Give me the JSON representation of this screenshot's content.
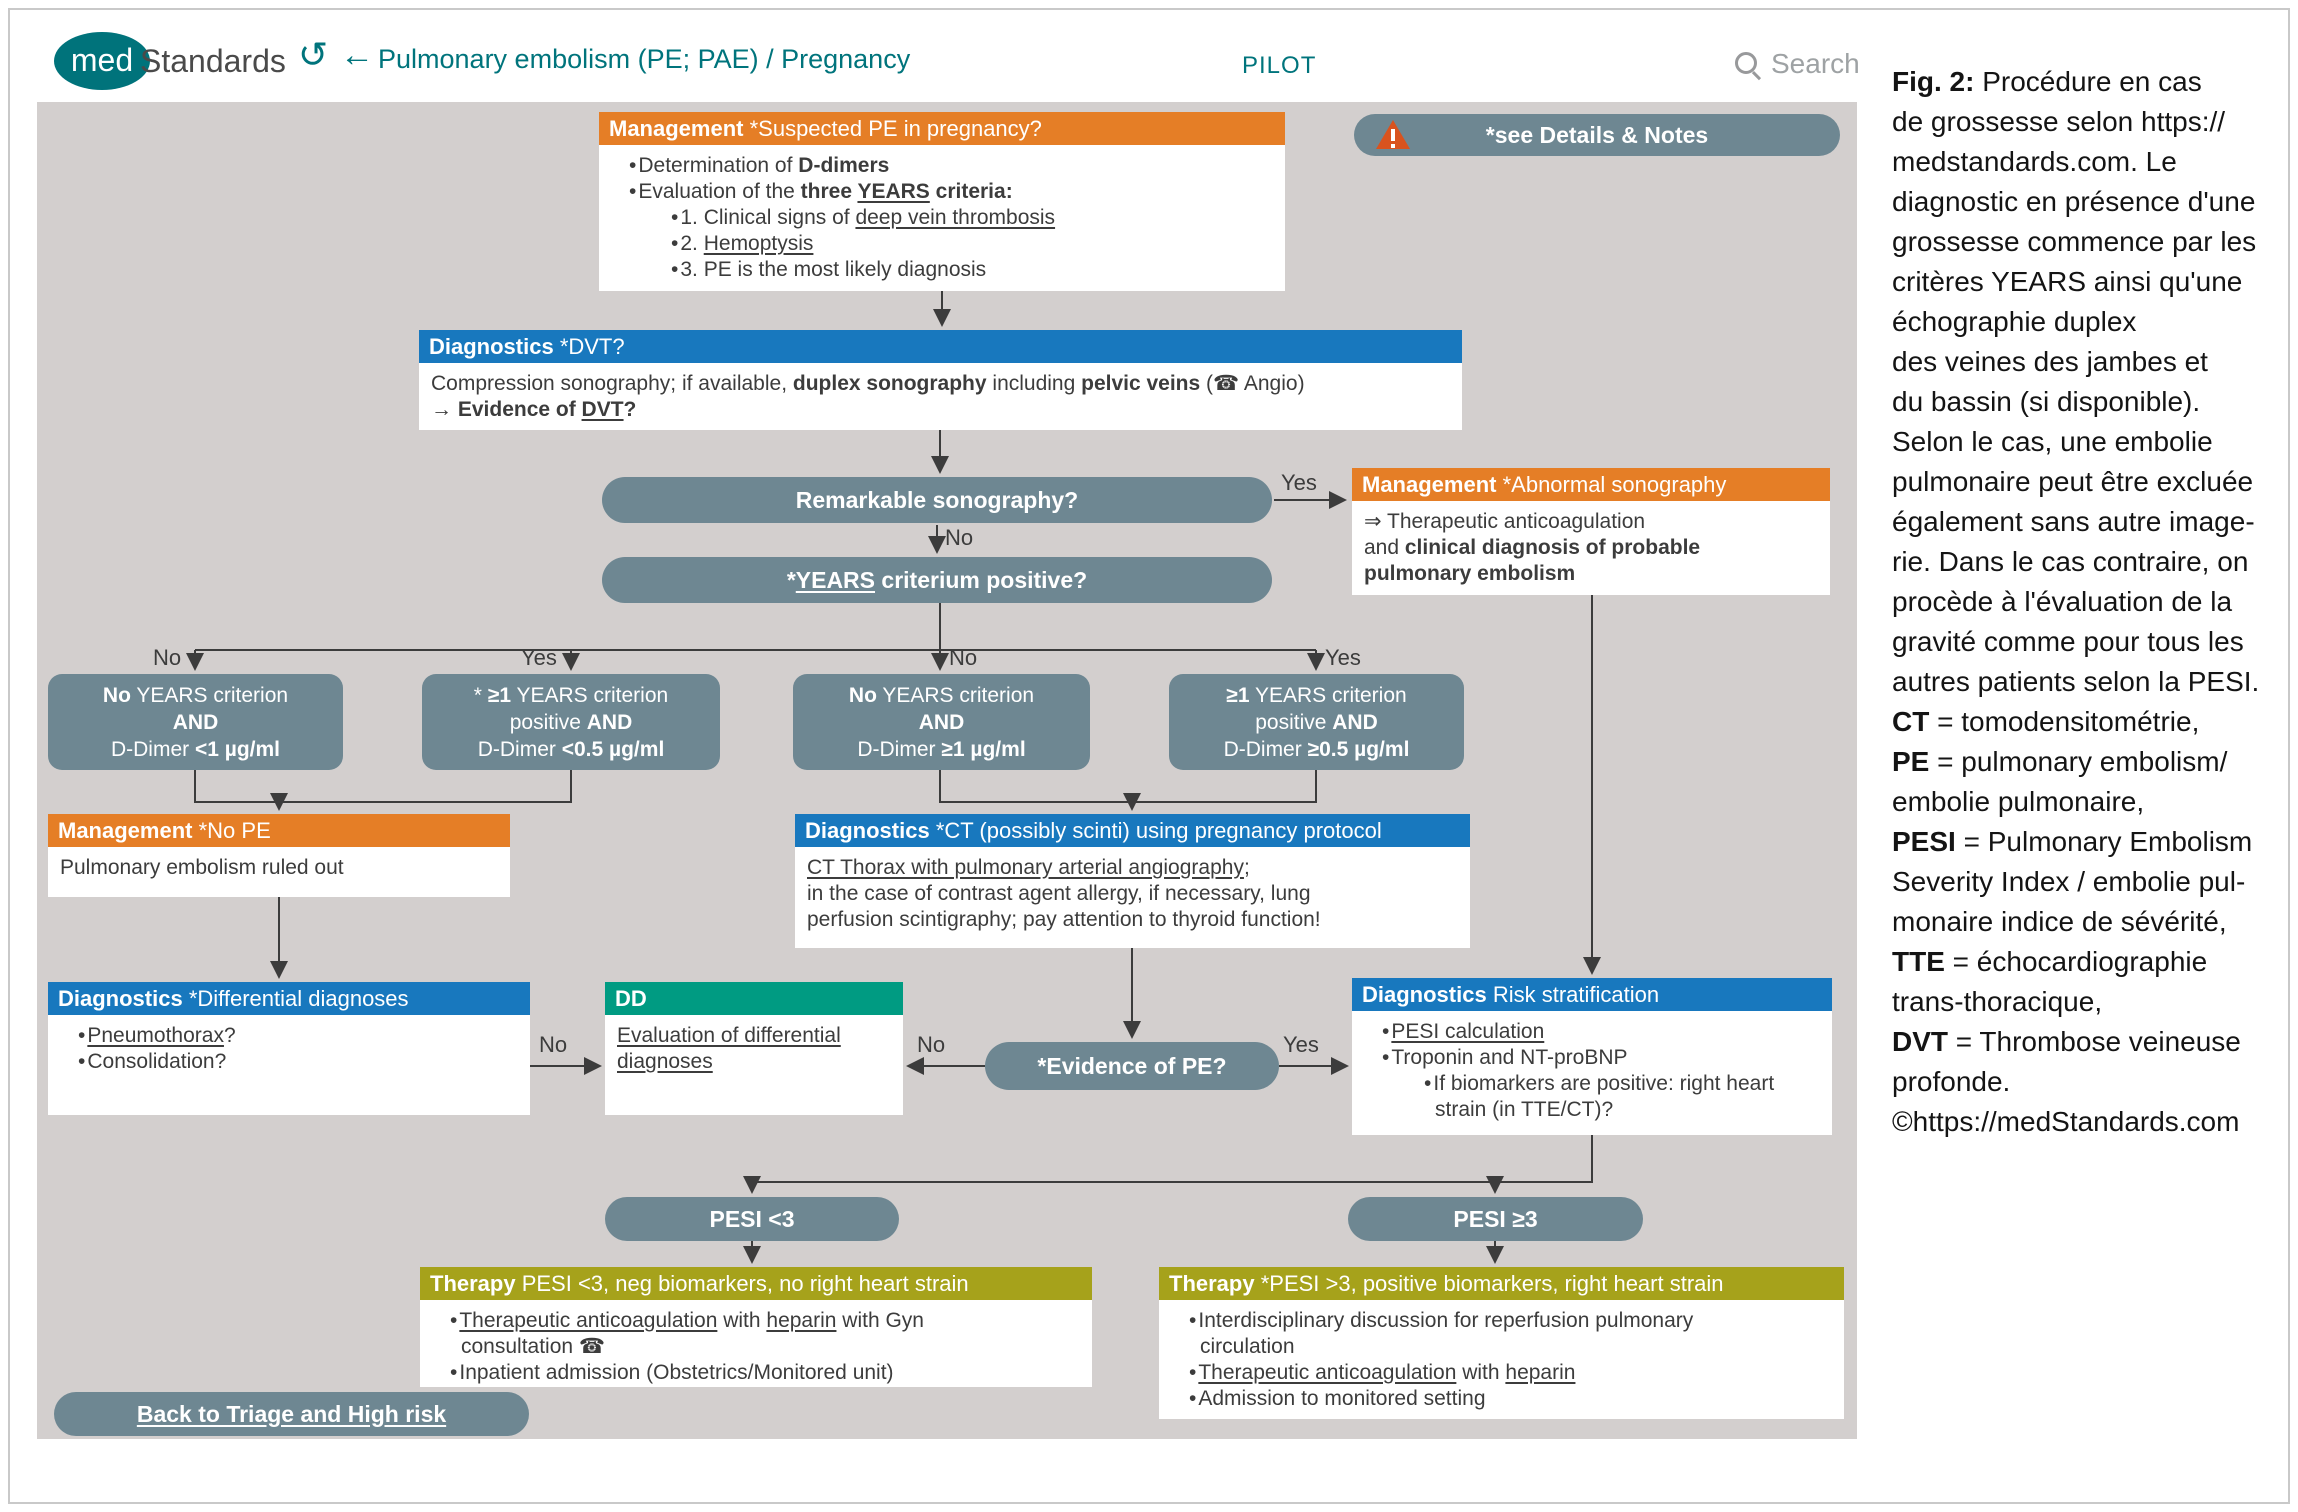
{
  "header": {
    "logo_med": "med",
    "logo_standards": "Standards",
    "history_icon": "↺",
    "back_icon": "←",
    "breadcrumb": "Pulmonary embolism (PE; PAE) / Pregnancy",
    "pilot": "PILOT",
    "search_placeholder": "Search"
  },
  "colors": {
    "management": "#E57E26",
    "diagnostics": "#1878BE",
    "dd": "#009B82",
    "therapy": "#A6A21B",
    "decision_pill": "#6E8792",
    "canvas": "#D3CFCE",
    "brand_teal": "#00747C",
    "warning": "#D9531E"
  },
  "nodes": {
    "mgmt1": {
      "header": [
        {
          "t": "Management ",
          "b": 1
        },
        {
          "t": "*Suspected PE in pregnancy?"
        }
      ],
      "lines": [
        {
          "k": "b",
          "ind": 0,
          "seg": [
            {
              "t": "Determination of "
            },
            {
              "t": "D-dimers",
              "b": 1
            }
          ]
        },
        {
          "k": "b",
          "ind": 0,
          "seg": [
            {
              "t": "Evaluation of the "
            },
            {
              "t": "three ",
              "b": 1
            },
            {
              "t": "YEARS",
              "b": 1,
              "u": 1
            },
            {
              "t": " criteria:",
              "b": 1
            }
          ]
        },
        {
          "k": "b",
          "ind": 1,
          "seg": [
            {
              "t": "1. Clinical signs of "
            },
            {
              "t": "deep vein thrombosis",
              "u": 1
            }
          ]
        },
        {
          "k": "b",
          "ind": 1,
          "seg": [
            {
              "t": "2. "
            },
            {
              "t": "Hemoptysis",
              "u": 1
            }
          ]
        },
        {
          "k": "b",
          "ind": 1,
          "seg": [
            {
              "t": "3. PE is the most likely diagnosis"
            }
          ]
        }
      ]
    },
    "detailsPill": {
      "text": [
        {
          "t": "*see Details & Notes",
          "b": 1
        }
      ]
    },
    "diagDVT": {
      "header": [
        {
          "t": "Diagnostics ",
          "b": 1
        },
        {
          "t": "*DVT?"
        }
      ],
      "lines": [
        {
          "k": "p",
          "ind": 0,
          "seg": [
            {
              "t": "Compression sonography; if available, "
            },
            {
              "t": "duplex sonography",
              "b": 1
            },
            {
              "t": " including "
            },
            {
              "t": "pelvic veins",
              "b": 1
            },
            {
              "t": " (☎ Angio)"
            }
          ]
        },
        {
          "k": "p",
          "ind": 0,
          "seg": [
            {
              "t": "→ "
            },
            {
              "t": "Evidence of ",
              "b": 1
            },
            {
              "t": "DVT",
              "b": 1,
              "u": 1
            },
            {
              "t": "?",
              "b": 1
            }
          ]
        }
      ]
    },
    "sonoPill": {
      "text": [
        {
          "t": "Remarkable sonography?",
          "b": 1
        }
      ]
    },
    "mgmtAbn": {
      "header": [
        {
          "t": "Management ",
          "b": 1
        },
        {
          "t": "*Abnormal sonography"
        }
      ],
      "lines": [
        {
          "k": "p",
          "ind": 0,
          "seg": [
            {
              "t": "⇒ Therapeutic anticoagulation"
            }
          ]
        },
        {
          "k": "p",
          "ind": 0,
          "seg": [
            {
              "t": "and "
            },
            {
              "t": "clinical diagnosis of probable",
              "b": 1
            }
          ]
        },
        {
          "k": "p",
          "ind": 0,
          "seg": [
            {
              "t": "pulmonary embolism",
              "b": 1
            }
          ]
        }
      ]
    },
    "yearsPill": {
      "text": [
        {
          "t": "*",
          "b": 1
        },
        {
          "t": "YEARS",
          "b": 1,
          "u": 1
        },
        {
          "t": " criterium positive?",
          "b": 1
        }
      ]
    },
    "b1": {
      "lines": [
        {
          "k": "p",
          "ind": 0,
          "seg": [
            {
              "t": "No",
              "b": 1
            },
            {
              "t": " YEARS criterion"
            }
          ]
        },
        {
          "k": "p",
          "ind": 0,
          "seg": [
            {
              "t": "AND",
              "b": 1
            }
          ]
        },
        {
          "k": "p",
          "ind": 0,
          "seg": [
            {
              "t": "D-Dimer "
            },
            {
              "t": "<1 µg/ml",
              "b": 1
            }
          ]
        }
      ]
    },
    "b2": {
      "lines": [
        {
          "k": "p",
          "ind": 0,
          "seg": [
            {
              "t": "* "
            },
            {
              "t": "≥1",
              "b": 1
            },
            {
              "t": " YEARS criterion"
            }
          ]
        },
        {
          "k": "p",
          "ind": 0,
          "seg": [
            {
              "t": "positive "
            },
            {
              "t": "AND",
              "b": 1
            }
          ]
        },
        {
          "k": "p",
          "ind": 0,
          "seg": [
            {
              "t": "D-Dimer "
            },
            {
              "t": "<0.5 µg/ml",
              "b": 1
            }
          ]
        }
      ]
    },
    "b3": {
      "lines": [
        {
          "k": "p",
          "ind": 0,
          "seg": [
            {
              "t": "No",
              "b": 1
            },
            {
              "t": " YEARS criterion"
            }
          ]
        },
        {
          "k": "p",
          "ind": 0,
          "seg": [
            {
              "t": "AND",
              "b": 1
            }
          ]
        },
        {
          "k": "p",
          "ind": 0,
          "seg": [
            {
              "t": "D-Dimer "
            },
            {
              "t": "≥1 µg/ml",
              "b": 1
            }
          ]
        }
      ]
    },
    "b4": {
      "lines": [
        {
          "k": "p",
          "ind": 0,
          "seg": [
            {
              "t": "≥1",
              "b": 1
            },
            {
              "t": " YEARS criterion"
            }
          ]
        },
        {
          "k": "p",
          "ind": 0,
          "seg": [
            {
              "t": "positive "
            },
            {
              "t": "AND",
              "b": 1
            }
          ]
        },
        {
          "k": "p",
          "ind": 0,
          "seg": [
            {
              "t": "D-Dimer "
            },
            {
              "t": "≥0.5 µg/ml",
              "b": 1
            }
          ]
        }
      ]
    },
    "mgmtNoPE": {
      "header": [
        {
          "t": "Management ",
          "b": 1
        },
        {
          "t": "*No PE"
        }
      ],
      "lines": [
        {
          "k": "p",
          "ind": 0,
          "seg": [
            {
              "t": "Pulmonary embolism ruled out"
            }
          ]
        }
      ]
    },
    "diagCT": {
      "header": [
        {
          "t": "Diagnostics ",
          "b": 1
        },
        {
          "t": "*CT (possibly scinti) using pregnancy protocol"
        }
      ],
      "lines": [
        {
          "k": "p",
          "ind": 0,
          "seg": [
            {
              "t": "CT Thorax with pulmonary arterial angiography",
              "u": 1
            },
            {
              "t": ";"
            }
          ]
        },
        {
          "k": "p",
          "ind": 0,
          "seg": [
            {
              "t": "in the case of contrast agent allergy, if necessary, lung"
            }
          ]
        },
        {
          "k": "p",
          "ind": 0,
          "seg": [
            {
              "t": "perfusion scintigraphy; pay attention to thyroid function!"
            }
          ]
        }
      ]
    },
    "diagDiff": {
      "header": [
        {
          "t": "Diagnostics ",
          "b": 1
        },
        {
          "t": "*Differential diagnoses"
        }
      ],
      "lines": [
        {
          "k": "b",
          "ind": 0,
          "seg": [
            {
              "t": "Pneumothorax",
              "u": 1
            },
            {
              "t": "?"
            }
          ]
        },
        {
          "k": "b",
          "ind": 0,
          "seg": [
            {
              "t": "Consolidation?"
            }
          ]
        }
      ]
    },
    "dd": {
      "header": [
        {
          "t": "DD",
          "b": 1
        }
      ],
      "lines": [
        {
          "k": "p",
          "ind": 0,
          "seg": [
            {
              "t": "Evaluation of differential",
              "u": 1
            }
          ]
        },
        {
          "k": "p",
          "ind": 0,
          "seg": [
            {
              "t": "diagnoses",
              "u": 1
            }
          ]
        }
      ]
    },
    "evidencePill": {
      "text": [
        {
          "t": "*Evidence of PE?",
          "b": 1
        }
      ]
    },
    "riskStrat": {
      "header": [
        {
          "t": "Diagnostics ",
          "b": 1
        },
        {
          "t": "Risk stratification"
        }
      ],
      "lines": [
        {
          "k": "b",
          "ind": 0,
          "seg": [
            {
              "t": "PESI calculation",
              "u": 1
            }
          ]
        },
        {
          "k": "b",
          "ind": 0,
          "seg": [
            {
              "t": "Troponin and NT-proBNP"
            }
          ]
        },
        {
          "k": "b",
          "ind": 1,
          "seg": [
            {
              "t": "If biomarkers are positive: right heart"
            }
          ]
        },
        {
          "k": "c",
          "ind": 1,
          "seg": [
            {
              "t": "strain (in TTE/CT)?"
            }
          ]
        }
      ]
    },
    "pesiLow": {
      "text": [
        {
          "t": "PESI <3",
          "b": 1
        }
      ]
    },
    "pesiHigh": {
      "text": [
        {
          "t": "PESI ≥3",
          "b": 1
        }
      ]
    },
    "therapyLow": {
      "header": [
        {
          "t": "Therapy ",
          "b": 1
        },
        {
          "t": "PESI <3, neg biomarkers, no right heart strain"
        }
      ],
      "lines": [
        {
          "k": "b",
          "ind": 0,
          "seg": [
            {
              "t": "Therapeutic anticoagulation",
              "u": 1
            },
            {
              "t": " with "
            },
            {
              "t": "heparin",
              "u": 1
            },
            {
              "t": " with Gyn"
            }
          ]
        },
        {
          "k": "c",
          "ind": 0,
          "seg": [
            {
              "t": "consultation ☎"
            }
          ]
        },
        {
          "k": "b",
          "ind": 0,
          "seg": [
            {
              "t": "Inpatient admission (Obstetrics/Monitored unit)"
            }
          ]
        }
      ]
    },
    "therapyHigh": {
      "header": [
        {
          "t": "Therapy ",
          "b": 1
        },
        {
          "t": "*PESI >3, positive biomarkers, right heart strain"
        }
      ],
      "lines": [
        {
          "k": "b",
          "ind": 0,
          "seg": [
            {
              "t": "Interdisciplinary discussion for reperfusion pulmonary"
            }
          ]
        },
        {
          "k": "c",
          "ind": 0,
          "seg": [
            {
              "t": "circulation"
            }
          ]
        },
        {
          "k": "b",
          "ind": 0,
          "seg": [
            {
              "t": "Therapeutic anticoagulation",
              "u": 1
            },
            {
              "t": " with "
            },
            {
              "t": "heparin",
              "u": 1
            }
          ]
        },
        {
          "k": "b",
          "ind": 0,
          "seg": [
            {
              "t": "Admission to monitored setting"
            }
          ]
        }
      ]
    },
    "backPill": {
      "text": [
        {
          "t": "Back to Triage and High risk",
          "u": 1
        }
      ]
    }
  },
  "labels": {
    "sono_yes": "Yes",
    "sono_no": "No",
    "c1_no": "No",
    "c2_yes": "Yes",
    "c3_no": "No",
    "c4_yes": "Yes",
    "dd_no_left": "No",
    "dd_no_right": "No",
    "evid_yes": "Yes"
  },
  "caption": {
    "lines": [
      {
        "k": "p",
        "ind": 0,
        "seg": [
          {
            "t": "Fig. 2:",
            "b": 1
          },
          {
            "t": " Procédure en cas"
          }
        ]
      },
      {
        "k": "p",
        "ind": 0,
        "seg": [
          {
            "t": "de grossesse selon https://"
          }
        ]
      },
      {
        "k": "p",
        "ind": 0,
        "seg": [
          {
            "t": "medstandards.com. Le"
          }
        ]
      },
      {
        "k": "p",
        "ind": 0,
        "seg": [
          {
            "t": "diagnostic en présence d'une"
          }
        ]
      },
      {
        "k": "p",
        "ind": 0,
        "seg": [
          {
            "t": "grossesse commence par les"
          }
        ]
      },
      {
        "k": "p",
        "ind": 0,
        "seg": [
          {
            "t": "critères YEARS ainsi qu'une"
          }
        ]
      },
      {
        "k": "p",
        "ind": 0,
        "seg": [
          {
            "t": "échographie duplex"
          }
        ]
      },
      {
        "k": "p",
        "ind": 0,
        "seg": [
          {
            "t": "des veines des jambes et"
          }
        ]
      },
      {
        "k": "p",
        "ind": 0,
        "seg": [
          {
            "t": "du bassin (si disponible)."
          }
        ]
      },
      {
        "k": "p",
        "ind": 0,
        "seg": [
          {
            "t": "Selon le cas, une embolie"
          }
        ]
      },
      {
        "k": "p",
        "ind": 0,
        "seg": [
          {
            "t": "pulmonaire peut être excluée"
          }
        ]
      },
      {
        "k": "p",
        "ind": 0,
        "seg": [
          {
            "t": "également sans autre image-"
          }
        ]
      },
      {
        "k": "p",
        "ind": 0,
        "seg": [
          {
            "t": "rie. Dans le cas contraire, on"
          }
        ]
      },
      {
        "k": "p",
        "ind": 0,
        "seg": [
          {
            "t": "procède à l'évaluation de la"
          }
        ]
      },
      {
        "k": "p",
        "ind": 0,
        "seg": [
          {
            "t": "gravité comme pour tous les"
          }
        ]
      },
      {
        "k": "p",
        "ind": 0,
        "seg": [
          {
            "t": "autres patients selon la PESI."
          }
        ]
      },
      {
        "k": "p",
        "ind": 0,
        "seg": [
          {
            "t": "CT",
            "b": 1
          },
          {
            "t": " = tomodensitométrie,"
          }
        ]
      },
      {
        "k": "p",
        "ind": 0,
        "seg": [
          {
            "t": "PE",
            "b": 1
          },
          {
            "t": " = pulmonary embolism/"
          }
        ]
      },
      {
        "k": "p",
        "ind": 0,
        "seg": [
          {
            "t": "embolie pulmonaire,"
          }
        ]
      },
      {
        "k": "p",
        "ind": 0,
        "seg": [
          {
            "t": "PESI",
            "b": 1
          },
          {
            "t": " = Pulmonary Embolism"
          }
        ]
      },
      {
        "k": "p",
        "ind": 0,
        "seg": [
          {
            "t": "Severity Index / embolie pul-"
          }
        ]
      },
      {
        "k": "p",
        "ind": 0,
        "seg": [
          {
            "t": "monaire indice de sévérité,"
          }
        ]
      },
      {
        "k": "p",
        "ind": 0,
        "seg": [
          {
            "t": "TTE",
            "b": 1
          },
          {
            "t": " = échocardiographie"
          }
        ]
      },
      {
        "k": "p",
        "ind": 0,
        "seg": [
          {
            "t": "trans-thoracique,"
          }
        ]
      },
      {
        "k": "p",
        "ind": 0,
        "seg": [
          {
            "t": "DVT",
            "b": 1
          },
          {
            "t": " = Thrombose veineuse"
          }
        ]
      },
      {
        "k": "p",
        "ind": 0,
        "seg": [
          {
            "t": "profonde."
          }
        ]
      },
      {
        "k": "p",
        "ind": 0,
        "seg": [
          {
            "t": "©https://medStandards.com"
          }
        ]
      }
    ]
  }
}
